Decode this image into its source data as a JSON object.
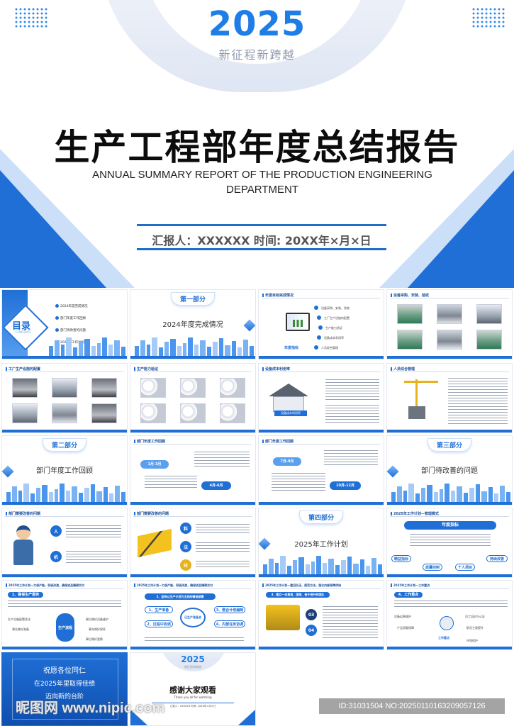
{
  "cover": {
    "year": "2025",
    "slogan": "新征程新跨越",
    "title": "生产工程部年度总结报告",
    "subtitle_en": "ANNUAL SUMMARY REPORT OF THE PRODUCTION ENGINEERING DEPARTMENT",
    "reporter_line": "汇报人：XXXXXX    时间: 20XX年×月×日",
    "accent": "#1f6fd6",
    "title_color": "#0c0c0c"
  },
  "slides": {
    "toc": {
      "title": "目录",
      "sub": "CONTENTS",
      "items": [
        "2024年度完成情况",
        "部门年度工作回顾",
        "部门待改善的问题",
        "2025年工作计划"
      ]
    },
    "part1": {
      "badge": "第一部分",
      "title": "2024年度完成情况"
    },
    "annual_goals": {
      "title": "年度目标完成情况",
      "center_label": "年度指标",
      "items": [
        "设备采购、安装、验收",
        "工厂生产设施的配置",
        "生产能力验证",
        "设备成本利用率",
        "人员综合管理"
      ]
    },
    "equip_purchase": {
      "title": "设备采购、安装、验收"
    },
    "plant_config": {
      "title": "工厂生产设施的配置"
    },
    "capacity": {
      "title": "生产能力验证"
    },
    "equip_cost": {
      "title": "设备成本利用率",
      "caption": "设备成本利用率"
    },
    "personnel": {
      "title": "人员综合管理"
    },
    "part2": {
      "badge": "第二部分",
      "title": "部门年度工作回顾"
    },
    "review1": {
      "title": "部门年度工作回顾",
      "pills": [
        "1月-3月",
        "4月-6月"
      ]
    },
    "review2": {
      "title": "部门年度工作回顾",
      "pills": [
        "7月-9月",
        "10月-12月"
      ]
    },
    "part3": {
      "badge": "第三部分",
      "title": "部门待改善的问题"
    },
    "improve1": {
      "title": "部门需要改善的问题",
      "circles": [
        "人",
        "机"
      ]
    },
    "improve2": {
      "title": "部门需要改善的问题",
      "circles": [
        "料",
        "法",
        "环"
      ]
    },
    "part4": {
      "badge": "第四部分",
      "title": "2025年工作计划"
    },
    "plan_mode": {
      "title": "2025年工作计划—管理模式",
      "banner": "年度指标",
      "nodes": [
        "精益指标",
        "质量控制",
        "个人项目",
        "持续改善"
      ]
    },
    "plan1": {
      "title": "2025年工作计划—力保产能，积极改造，确保成品精密交付",
      "section": "1、确保生产服务",
      "center": "生产流程",
      "labels": [
        "生产设备配置优化",
        "事先做好准备",
        "事后做好设备维护",
        "事先做好保养",
        "事后做好更换"
      ]
    },
    "plan2": {
      "title": "2025年工作计划—力保产能，积极改造，确保成品精密交付",
      "section": "2、坚持以生产计划为主线的精准部署",
      "boxes": [
        "1、生产准备",
        "2、过程中协调",
        "3、整合计划编制",
        "4、内部任务协调"
      ],
      "center": "日生产准备会"
    },
    "plan3": {
      "title": "2025年工作计划—建设队伍，规范方法，强化内部保障供给",
      "section": "3、建立一支勇担、团结、奋于进升的团队",
      "nums": [
        "03",
        "04"
      ]
    },
    "plan4": {
      "title": "2025年工作计划—工作重点",
      "section": "4、工作重点",
      "labels": [
        "设备运营维护",
        "员工培训与认证",
        "产品质量保障",
        "职员主观提升",
        "工作重点",
        "环境保护"
      ]
    },
    "wish": {
      "lines": [
        "祝愿各位同仁",
        "在2025年里取得佳绩",
        "迈向新的台阶"
      ]
    },
    "thanks": {
      "year": "2025",
      "slogan": "新征程新跨越",
      "title": "感谢大家观看",
      "sub": "Thank you all for watching",
      "footer": "汇报人：XXXXXX  时间: 20XX年×月×日"
    }
  },
  "watermark": {
    "site": "昵图网 www.nipic.com",
    "id_line": "ID:31031504 NO:20250110163209057126"
  }
}
